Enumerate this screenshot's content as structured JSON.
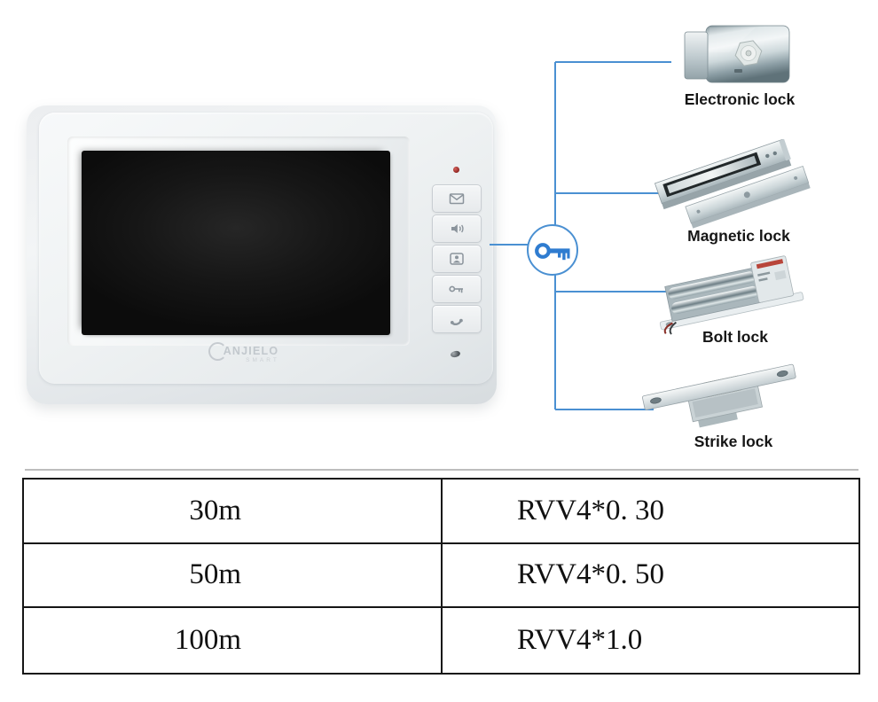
{
  "monitor": {
    "brand": {
      "line1": "ANJIELO",
      "line2": "SMART"
    },
    "button_icons": [
      "mail-icon",
      "speaker-icon",
      "monitor-icon",
      "key-icon",
      "phone-icon"
    ],
    "indicator_led_color": "#8e2420"
  },
  "connection_diagram": {
    "hub_icon": "key-icon",
    "line_color": "#4a90d2",
    "key_color": "#2f7cd0",
    "locks": [
      {
        "label": "Electronic lock"
      },
      {
        "label": "Magnetic lock"
      },
      {
        "label": "Bolt lock"
      },
      {
        "label": "Strike lock"
      }
    ]
  },
  "cable_table": {
    "rows": [
      {
        "distance": "30m",
        "cable_spec": "RVV4*0. 30"
      },
      {
        "distance": "50m",
        "cable_spec": "RVV4*0. 50"
      },
      {
        "distance": "100m",
        "cable_spec": "RVV4*1.0"
      }
    ]
  }
}
